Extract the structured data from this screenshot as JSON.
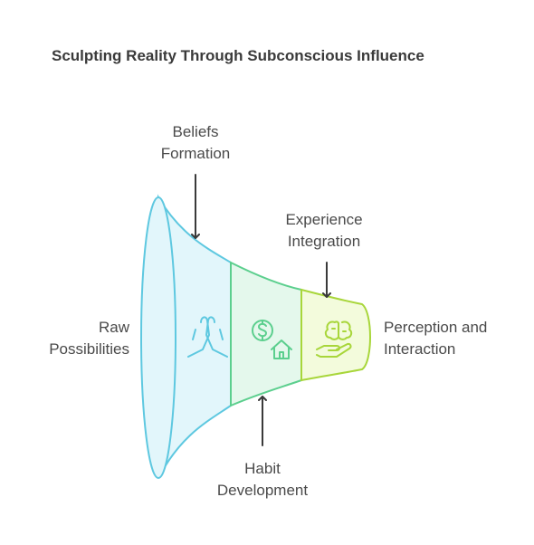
{
  "title": "Sculpting Reality Through Subconscious Influence",
  "stages": [
    {
      "label": [
        "Raw",
        "Possibilities"
      ],
      "icon": "praying-hands-icon",
      "color": "#5ec8e0",
      "fill": "#e2f6fb"
    },
    {
      "label": [
        "Habit",
        "Development"
      ],
      "icon": "money-house-icon",
      "color": "#5ccf8e",
      "fill": "#e4f8ec"
    },
    {
      "label": [
        "Perception and",
        "Interaction"
      ],
      "icon": "brain-hand-icon",
      "color": "#a8d63a",
      "fill": "#f3fbdc"
    }
  ],
  "transitions": [
    {
      "label": [
        "Beliefs",
        "Formation"
      ]
    },
    {
      "label": [
        "Experience",
        "Integration"
      ]
    }
  ]
}
